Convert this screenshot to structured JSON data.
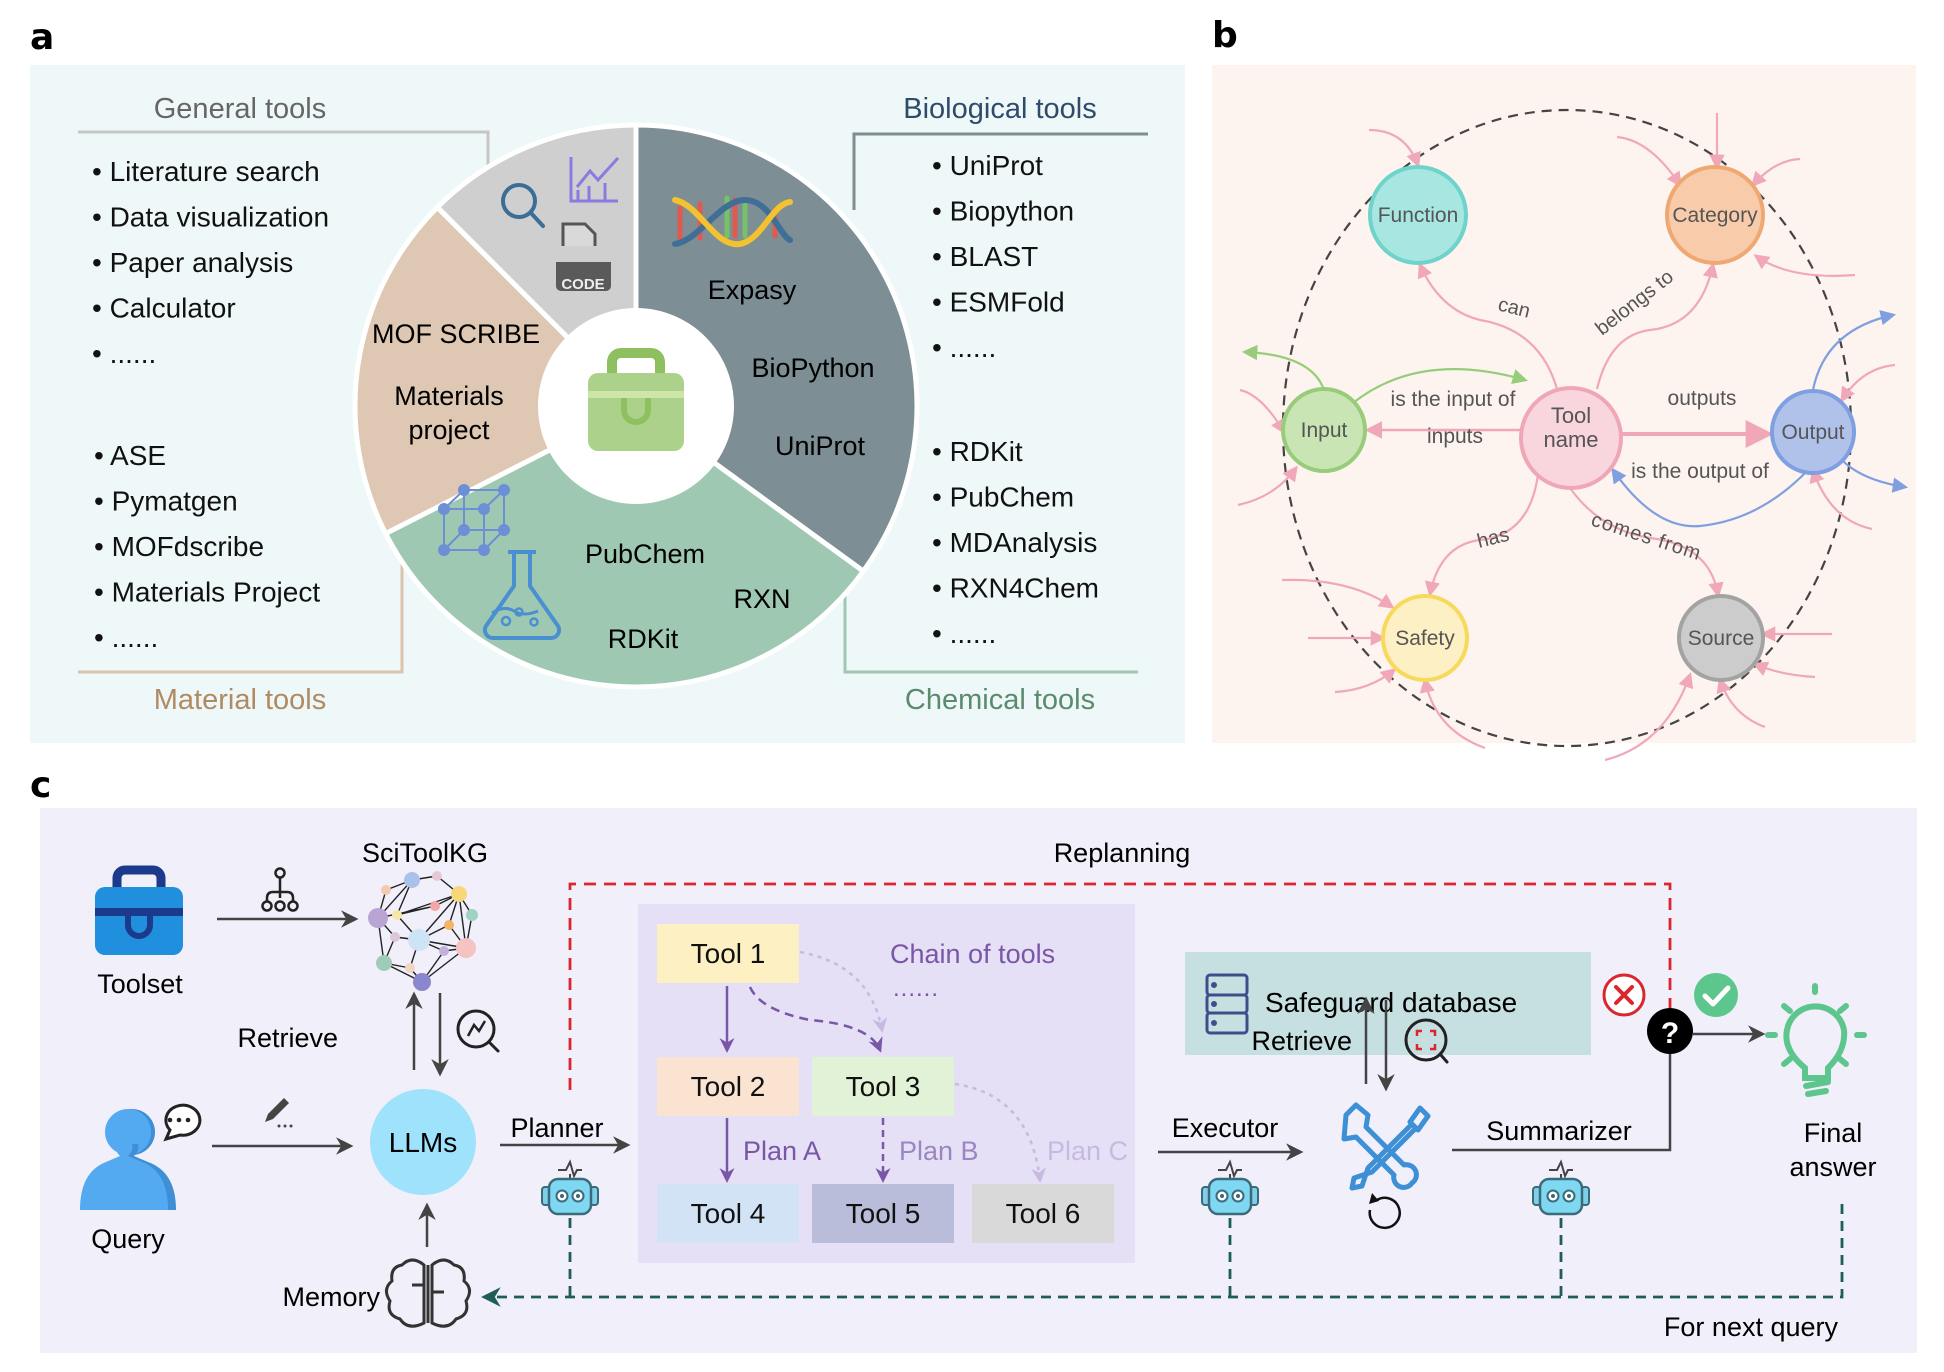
{
  "panel_labels": {
    "a": "a",
    "b": "b",
    "c": "c"
  },
  "panel_a": {
    "center_icon": "toolbox-icon",
    "segments": [
      {
        "name": "general",
        "color": "#cfcfcf",
        "share": 0.125,
        "items": [],
        "icons": [
          "magnifier-icon",
          "line-chart-icon",
          "code-file-icon"
        ],
        "code_label": "CODE"
      },
      {
        "name": "biological",
        "color": "#7d8e95",
        "share": 0.35,
        "items": [
          "Expasy",
          "BioPython",
          "UniProt"
        ],
        "icons": [
          "dna-icon"
        ]
      },
      {
        "name": "chemical",
        "color": "#9fc8b3",
        "share": 0.325,
        "items": [
          "PubChem",
          "RXN",
          "RDKit"
        ],
        "icons": [
          "flask-icon"
        ]
      },
      {
        "name": "material",
        "color": "#dfc8b3",
        "share": 0.2,
        "items": [
          "MOF SCRIBE",
          "Materials",
          "project"
        ],
        "icons": [
          "crystal-lattice-icon"
        ]
      }
    ],
    "groups": {
      "general": {
        "title": "General tools",
        "title_color": "#666666",
        "items": [
          "Literature search",
          "Data visualization",
          "Paper analysis",
          "Calculator",
          "......"
        ]
      },
      "material": {
        "title": "Material tools",
        "title_color": "#b08a63",
        "items": [
          "ASE",
          "Pymatgen",
          "MOFdscribe",
          "Materials Project",
          "......"
        ]
      },
      "biological": {
        "title": "Biological tools",
        "title_color": "#2f4a6b",
        "items": [
          "UniProt",
          "Biopython",
          "BLAST",
          "ESMFold",
          "......"
        ]
      },
      "chemical": {
        "title": "Chemical tools",
        "title_color": "#5b8a6d",
        "items": [
          "RDKit",
          "PubChem",
          "MDAnalysis",
          "RXN4Chem",
          "......"
        ]
      }
    },
    "bullet": "•"
  },
  "panel_b": {
    "center_node": {
      "label_1": "Tool",
      "label_2": "name",
      "fill": "#f9d6de",
      "stroke": "#efa7b8"
    },
    "nodes": [
      {
        "id": "function",
        "label": "Function",
        "fill": "#a8e6e2",
        "stroke": "#6fd3cc"
      },
      {
        "id": "category",
        "label": "Category",
        "fill": "#f8ccaa",
        "stroke": "#f0a873"
      },
      {
        "id": "input",
        "label": "Input",
        "fill": "#c9e5b4",
        "stroke": "#97cd7a"
      },
      {
        "id": "output",
        "label": "Output",
        "fill": "#b1c2ea",
        "stroke": "#7f9fe0"
      },
      {
        "id": "safety",
        "label": "Safety",
        "fill": "#fdf0c4",
        "stroke": "#f7d95c"
      },
      {
        "id": "source",
        "label": "Source",
        "fill": "#cccccc",
        "stroke": "#a3a3a3"
      }
    ],
    "edges": {
      "can": "can",
      "belongs_to": "belongs to",
      "is_input_of": "is the input of",
      "inputs": "inputs",
      "outputs": "outputs",
      "is_output_of": "is the output of",
      "has": "has",
      "comes_from": "comes from"
    },
    "colors": {
      "pink_edge": "#f0a8b8",
      "green_edge": "#97cd7a",
      "blue_edge": "#7f9fe0"
    }
  },
  "panel_c": {
    "toolset": "Toolset",
    "scitoolkg": "SciToolKG",
    "retrieve_left": "Retrieve",
    "query": "Query",
    "llms": "LLMs",
    "memory": "Memory",
    "planner": "Planner",
    "replanning": "Replanning",
    "chain": {
      "title": "Chain of tools",
      "ellipsis": "......",
      "tools": [
        {
          "label": "Tool 1",
          "color": "#fdf1c4"
        },
        {
          "label": "Tool 2",
          "color": "#fbe3d2"
        },
        {
          "label": "Tool 3",
          "color": "#e2f2d6"
        },
        {
          "label": "Tool 4",
          "color": "#d3e3f6"
        },
        {
          "label": "Tool 5",
          "color": "#b9bdd9"
        },
        {
          "label": "Tool 6",
          "color": "#d9d9d9"
        }
      ],
      "plans": [
        "Plan A",
        "Plan B",
        "Plan C"
      ]
    },
    "safeguard": "Safeguard database",
    "retrieve_right": "Retrieve",
    "executor": "Executor",
    "summarizer": "Summarizer",
    "final_answer_1": "Final",
    "final_answer_2": "answer",
    "for_next_query": "For next query",
    "question_mark": "?",
    "colors": {
      "replan_red": "#d9262f",
      "memory_green": "#1f5e58",
      "accent_blue": "#4a9fd8",
      "plan_purple": "#7a56a6",
      "check_green": "#5cc68c"
    }
  }
}
